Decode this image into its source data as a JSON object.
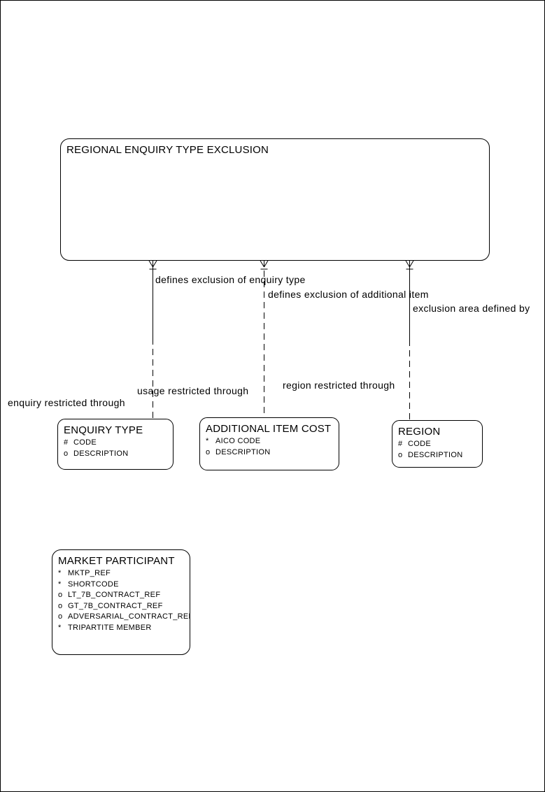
{
  "colors": {
    "line": "#000000",
    "background": "#ffffff"
  },
  "diagram": {
    "entities": [
      {
        "id": "regional-enquiry-type-exclusion",
        "title": "REGIONAL ENQUIRY TYPE EXCLUSION",
        "attributes": []
      },
      {
        "id": "enquiry-type",
        "title": "ENQUIRY TYPE",
        "attributes": [
          {
            "marker": "#",
            "name": "CODE"
          },
          {
            "marker": "o",
            "name": "DESCRIPTION"
          }
        ]
      },
      {
        "id": "additional-item-cost",
        "title": "ADDITIONAL ITEM COST",
        "attributes": [
          {
            "marker": "*",
            "name": "AICO CODE"
          },
          {
            "marker": "o",
            "name": "DESCRIPTION"
          }
        ]
      },
      {
        "id": "region",
        "title": "REGION",
        "attributes": [
          {
            "marker": "#",
            "name": "CODE"
          },
          {
            "marker": "o",
            "name": "DESCRIPTION"
          }
        ]
      },
      {
        "id": "market-participant",
        "title": "MARKET PARTICIPANT",
        "attributes": [
          {
            "marker": "*",
            "name": "MKTP_REF"
          },
          {
            "marker": "*",
            "name": "SHORTCODE"
          },
          {
            "marker": "o",
            "name": "LT_7B_CONTRACT_REF"
          },
          {
            "marker": "o",
            "name": "GT_7B_CONTRACT_REF"
          },
          {
            "marker": "o",
            "name": "ADVERSARIAL_CONTRACT_REF"
          },
          {
            "marker": "*",
            "name": "TRIPARTITE MEMBER"
          }
        ]
      }
    ],
    "relationship_labels": [
      {
        "text": "defines exclusion of enquiry type"
      },
      {
        "text": "defines exclusion of additional item"
      },
      {
        "text": "exclusion area defined by"
      },
      {
        "text": "usage restricted through"
      },
      {
        "text": "region restricted through"
      },
      {
        "text": "enquiry restricted through"
      }
    ]
  }
}
